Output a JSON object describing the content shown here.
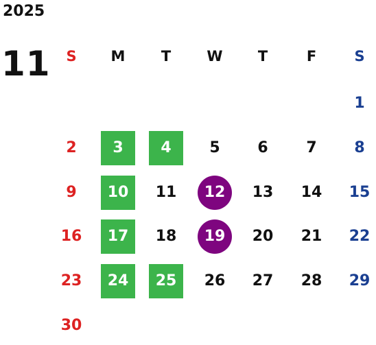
{
  "calendar": {
    "year": "2025",
    "month": "11",
    "weekdays": [
      "S",
      "M",
      "T",
      "W",
      "T",
      "F",
      "S"
    ],
    "colors": {
      "sunday": "#dd2222",
      "saturday": "#1a3f91",
      "weekday": "#111111",
      "green_highlight": "#3cb44b",
      "purple_highlight": "#7e057f"
    },
    "days": [
      {
        "label": "1",
        "col": 6,
        "row": 0
      },
      {
        "label": "2",
        "col": 0,
        "row": 1
      },
      {
        "label": "3",
        "col": 1,
        "row": 1,
        "mark": "green"
      },
      {
        "label": "4",
        "col": 2,
        "row": 1,
        "mark": "green"
      },
      {
        "label": "5",
        "col": 3,
        "row": 1
      },
      {
        "label": "6",
        "col": 4,
        "row": 1
      },
      {
        "label": "7",
        "col": 5,
        "row": 1
      },
      {
        "label": "8",
        "col": 6,
        "row": 1
      },
      {
        "label": "9",
        "col": 0,
        "row": 2
      },
      {
        "label": "10",
        "col": 1,
        "row": 2,
        "mark": "green"
      },
      {
        "label": "11",
        "col": 2,
        "row": 2
      },
      {
        "label": "12",
        "col": 3,
        "row": 2,
        "mark": "purple"
      },
      {
        "label": "13",
        "col": 4,
        "row": 2
      },
      {
        "label": "14",
        "col": 5,
        "row": 2
      },
      {
        "label": "15",
        "col": 6,
        "row": 2
      },
      {
        "label": "16",
        "col": 0,
        "row": 3
      },
      {
        "label": "17",
        "col": 1,
        "row": 3,
        "mark": "green"
      },
      {
        "label": "18",
        "col": 2,
        "row": 3
      },
      {
        "label": "19",
        "col": 3,
        "row": 3,
        "mark": "purple"
      },
      {
        "label": "20",
        "col": 4,
        "row": 3
      },
      {
        "label": "21",
        "col": 5,
        "row": 3
      },
      {
        "label": "22",
        "col": 6,
        "row": 3
      },
      {
        "label": "23",
        "col": 0,
        "row": 4
      },
      {
        "label": "24",
        "col": 1,
        "row": 4,
        "mark": "green"
      },
      {
        "label": "25",
        "col": 2,
        "row": 4,
        "mark": "green"
      },
      {
        "label": "26",
        "col": 3,
        "row": 4
      },
      {
        "label": "27",
        "col": 4,
        "row": 4
      },
      {
        "label": "28",
        "col": 5,
        "row": 4
      },
      {
        "label": "29",
        "col": 6,
        "row": 4
      },
      {
        "label": "30",
        "col": 0,
        "row": 5
      }
    ]
  }
}
